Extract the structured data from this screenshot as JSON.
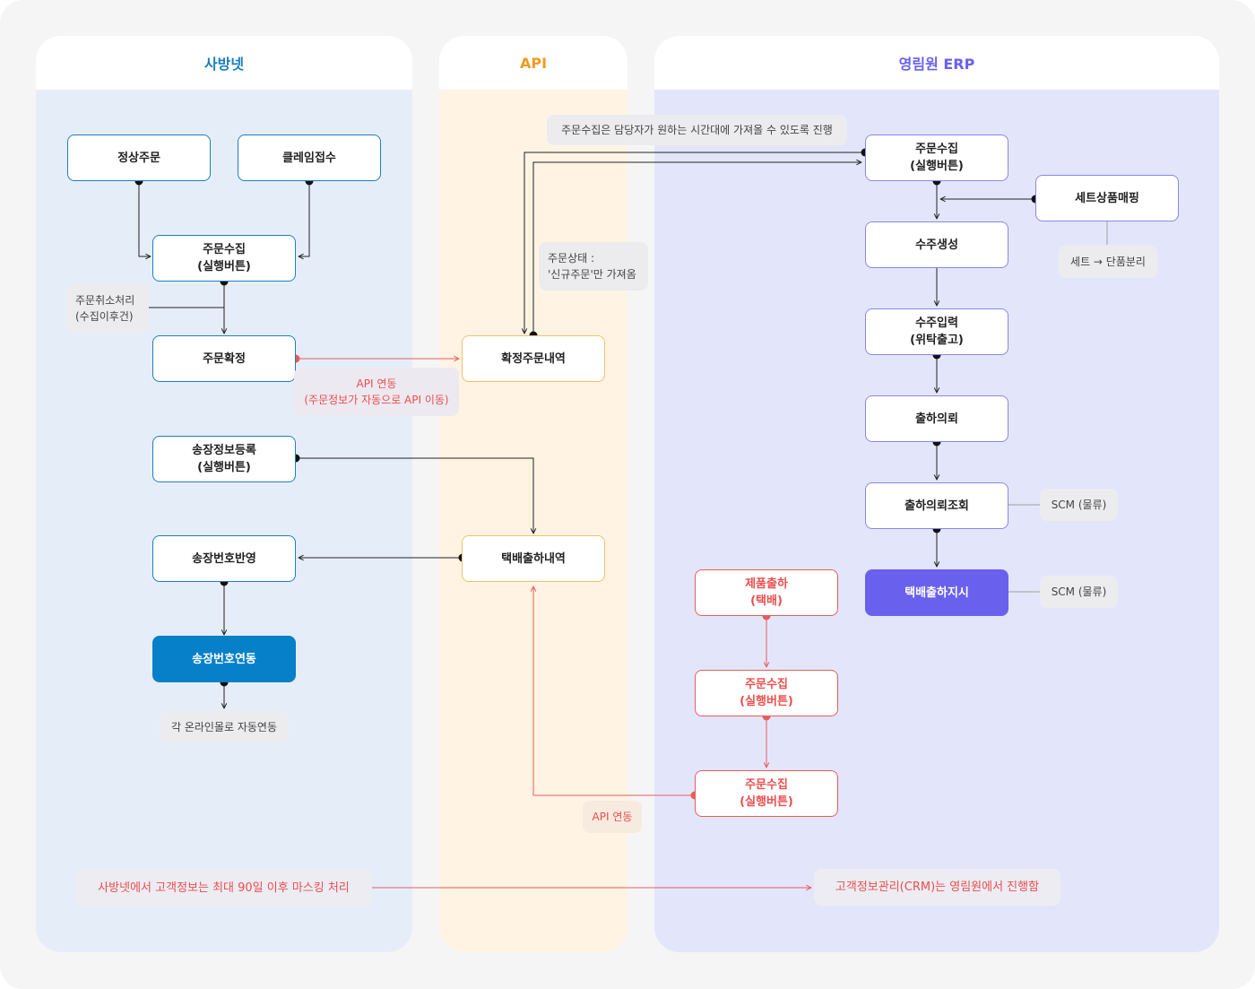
{
  "lanes": {
    "sabang": {
      "title": "사방넷",
      "color": "#1a7fc4"
    },
    "api": {
      "title": "API",
      "color": "#f39a1e"
    },
    "erp": {
      "title": "영림원 ERP",
      "color": "#6a60ee"
    }
  },
  "sabang_nodes": {
    "normal_order": "정상주문",
    "claim_receipt": "클레임접수",
    "order_collect": "주문수집\n(실행버튼)",
    "order_confirm": "주문확정",
    "invoice_register": "송장정보등록\n(실행버튼)",
    "invoice_reflect": "송장번호반영",
    "invoice_link": "송장번호연동"
  },
  "api_nodes": {
    "confirmed_orders": "확정주문내역",
    "delivery_shipments": "택배출하내역"
  },
  "erp_nodes": {
    "order_collect": "주문수집\n(실행버튼)",
    "set_mapping": "세트상품매핑",
    "order_create": "수주생성",
    "order_input": "수주입력\n(위탁출고)",
    "ship_request": "출하의뢰",
    "ship_request_query": "출하의뢰조회",
    "delivery_instruction": "택배출하지시",
    "product_ship": "제품출하\n(택배)",
    "order_collect_2": "주문수집\n(실행버튼)",
    "order_collect_3": "주문수집\n(실행버튼)"
  },
  "notes": {
    "cancel_processing": "주문취소처리\n(수집이후건)",
    "api_link_auto": "API 연동\n(주문정보가 자동으로 API 이동)",
    "auto_link_malls": "각 온라인몰로 자동연동",
    "collect_anytime": "주문수집은 담당자가 원하는 시간대에 가져올 수 있도록 진행",
    "order_status": "주문상태 :\n'신규주문'만 가져옴",
    "set_split": "세트 → 단품분리",
    "scm_1": "SCM (물류)",
    "scm_2": "SCM (물류)",
    "api_link": "API 연동",
    "masking": "사방넷에서 고객정보는 최대 90일 이후 마스킹 처리",
    "crm": "고객정보관리(CRM)는 영림원에서 진행함"
  }
}
